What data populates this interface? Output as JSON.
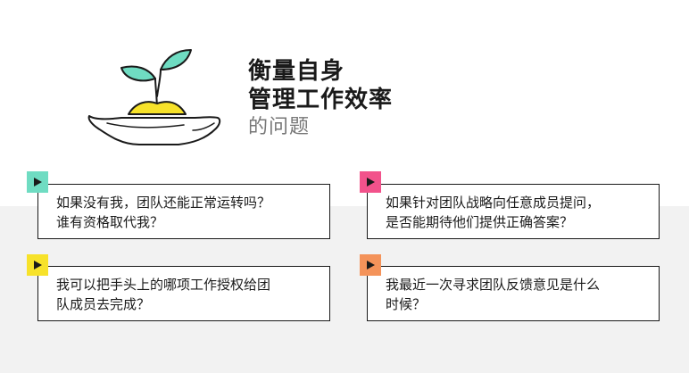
{
  "header": {
    "title_line1": "衡量自身",
    "title_line2": "管理工作效率",
    "subtitle": "的问题"
  },
  "questions": [
    {
      "line1": "如果没有我，团队还能正常运转吗？",
      "line2": "谁有资格取代我？",
      "tag_color": "#6fdcc2"
    },
    {
      "line1": "如果针对团队战略向任意成员提问，",
      "line2": "是否能期待他们提供正确答案？",
      "tag_color": "#f2528b"
    },
    {
      "line1": "我可以把手头上的哪项工作授权给团",
      "line2": "队成员去完成？",
      "tag_color": "#f7e22a"
    },
    {
      "line1": "我最近一次寻求团队反馈意见是什么",
      "line2": "时候？",
      "tag_color": "#f4935a"
    }
  ],
  "colors": {
    "accent_leaf": "#6fdcc2",
    "soil": "#f7e22a",
    "band": "#f2f2f2"
  },
  "icons": {
    "hero": "plant-in-hand-icon",
    "tag": "play-triangle-icon"
  }
}
